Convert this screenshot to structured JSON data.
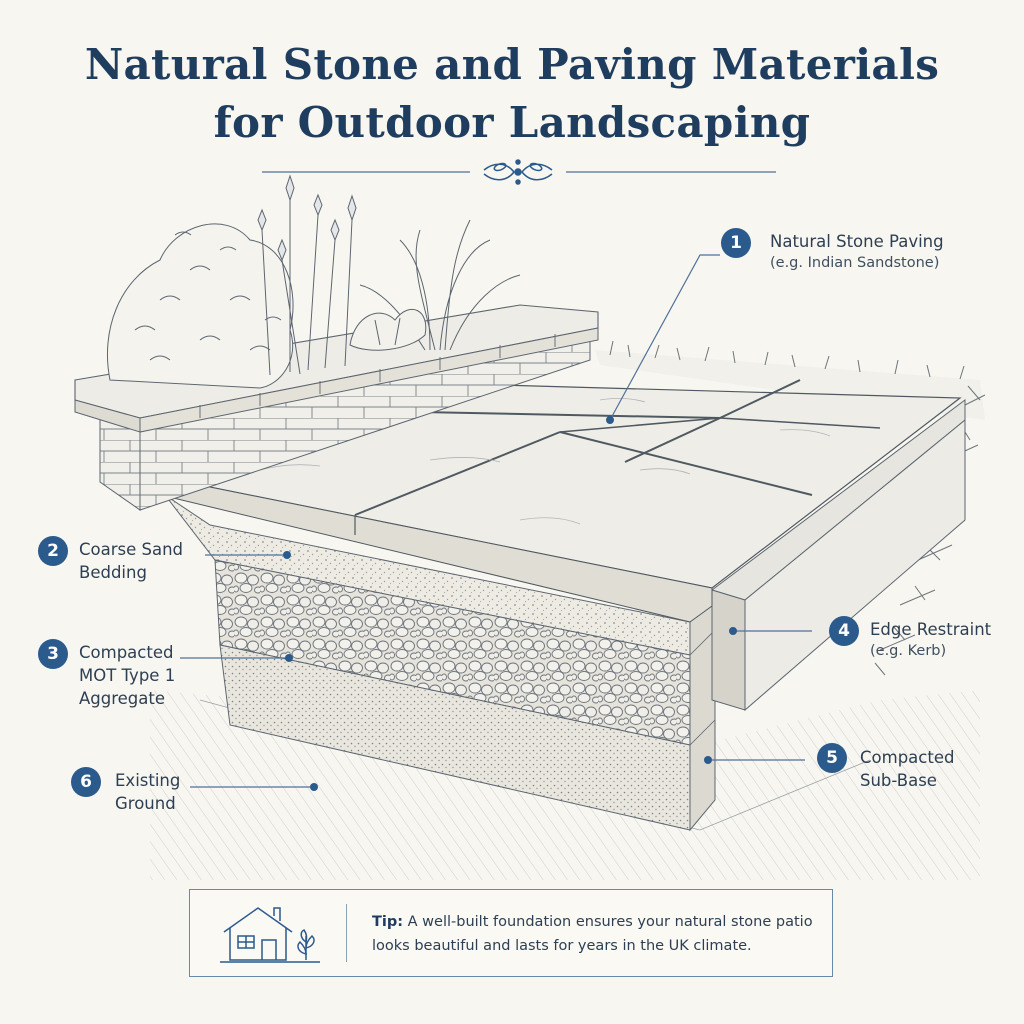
{
  "title": {
    "line1": "Natural Stone and Paving Materials",
    "line2": "for Outdoor Landscaping"
  },
  "callouts": [
    {
      "number": "1",
      "label": "Natural Stone Paving",
      "sub": "(e.g. Indian Sandstone)"
    },
    {
      "number": "2",
      "label_line1": "Coarse Sand",
      "label_line2": "Bedding"
    },
    {
      "number": "3",
      "label_line1": "Compacted",
      "label_line2": "MOT Type 1",
      "label_line3": "Aggregate"
    },
    {
      "number": "4",
      "label": "Edge Restraint",
      "sub": "(e.g. Kerb)"
    },
    {
      "number": "5",
      "label_line1": "Compacted",
      "label_line2": "Sub-Base"
    },
    {
      "number": "6",
      "label_line1": "Existing",
      "label_line2": "Ground"
    }
  ],
  "tip": {
    "prefix": "Tip:",
    "text": "A well-built foundation ensures your natural stone patio looks beautiful and lasts for years in the UK climate."
  },
  "colors": {
    "accent": "#2b5a8c",
    "title": "#1f3d5e",
    "ink": "#5c6670",
    "background": "#f8f6f0"
  },
  "icons": {
    "divider": "floral-ornament-icon",
    "tip": "house-with-plant-icon"
  }
}
